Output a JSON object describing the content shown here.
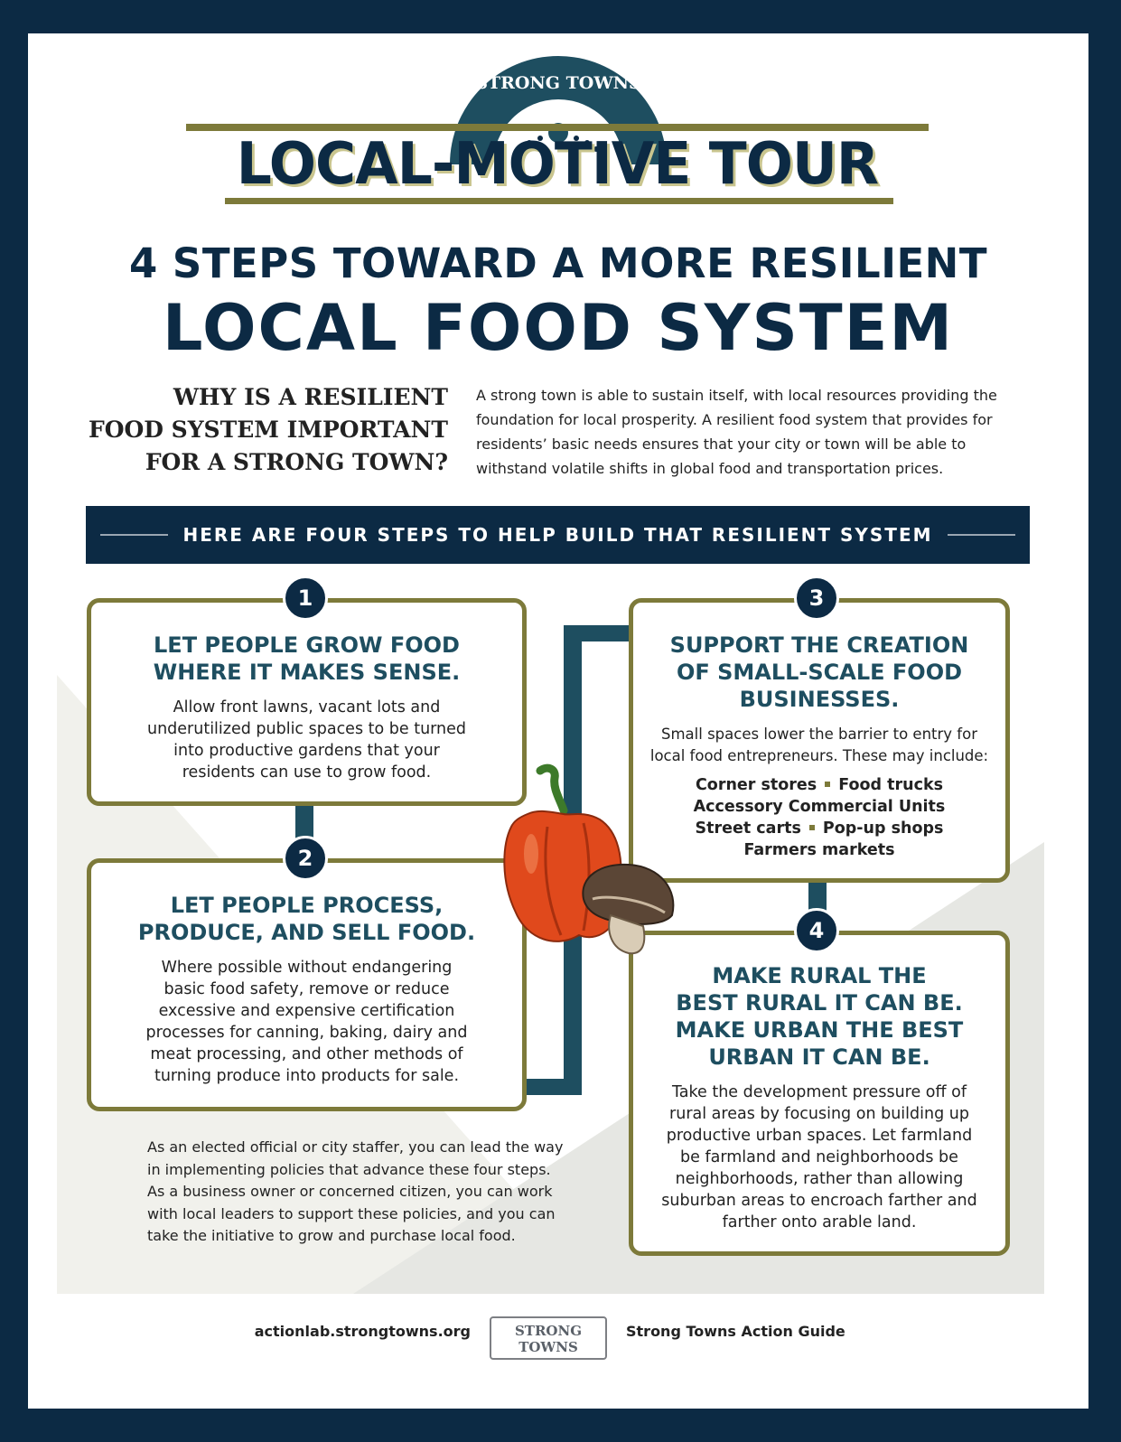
{
  "brand": {
    "arch_text": "STRONG TOWNS",
    "tour_title": "LOCAL-MOTIVE TOUR"
  },
  "headline": {
    "line1": "4 STEPS TOWARD A MORE RESILIENT",
    "line2": "LOCAL FOOD SYSTEM"
  },
  "why": {
    "line1": "WHY IS A RESILIENT",
    "line2": "FOOD SYSTEM IMPORTANT",
    "line3": "FOR A STRONG TOWN?",
    "answer": "A strong town is able to sustain itself, with local resources providing the foundation for local prosperity.  A resilient food system that provides for residents’ basic needs ensures that your city or town will be able to withstand volatile shifts in global food and transportation prices."
  },
  "banner": "HERE ARE FOUR STEPS TO HELP BUILD THAT RESILIENT SYSTEM",
  "steps": [
    {
      "num": "1",
      "title_l1": "LET PEOPLE GROW FOOD",
      "title_l2": "WHERE IT MAKES SENSE.",
      "body": "Allow front lawns, vacant lots and underutilized public spaces to be turned into productive gardens that your residents can use to grow food."
    },
    {
      "num": "2",
      "title_l1": "LET PEOPLE PROCESS,",
      "title_l2": "PRODUCE, AND SELL FOOD.",
      "body": "Where possible without endangering basic food safety, remove or reduce excessive and expensive certification processes for canning, baking, dairy and meat processing, and other methods of turning produce into products for sale."
    },
    {
      "num": "3",
      "title_l1": "SUPPORT THE CREATION",
      "title_l2": "OF SMALL-SCALE FOOD",
      "title_l3": "BUSINESSES.",
      "body": "Small spaces lower the barrier to entry for local food entrepreneurs. These may include:",
      "list": {
        "a1": "Corner stores",
        "a2": "Food trucks",
        "b": "Accessory Commercial Units",
        "c1": "Street carts",
        "c2": "Pop-up shops",
        "d": "Farmers markets"
      }
    },
    {
      "num": "4",
      "title_l1": "MAKE RURAL THE",
      "title_l2": "BEST RURAL IT CAN BE.",
      "title_l3": "MAKE URBAN THE BEST",
      "title_l4": "URBAN IT CAN BE.",
      "body": "Take the development pressure off of rural areas by focusing on building up productive urban spaces. Let farmland be farmland and neighborhoods be neighborhoods, rather than allowing suburban areas to encroach farther and farther onto arable land."
    }
  ],
  "closing": "As an elected official or city staffer, you can lead the way in implementing policies that advance these four steps. As a business owner or concerned citizen, you can work with local leaders to support these policies, and you can take the initiative to grow and purchase local food.",
  "footer": {
    "url": "actionlab.strongtowns.org",
    "logo_l1": "STRONG",
    "logo_l2": "TOWNS",
    "guide": "Strong Towns Action Guide"
  },
  "colors": {
    "navy": "#0c2a44",
    "teal": "#1e4e60",
    "olive": "#7d7a3a"
  },
  "icons": [
    "bell-pepper-icon",
    "mushroom-icon"
  ]
}
